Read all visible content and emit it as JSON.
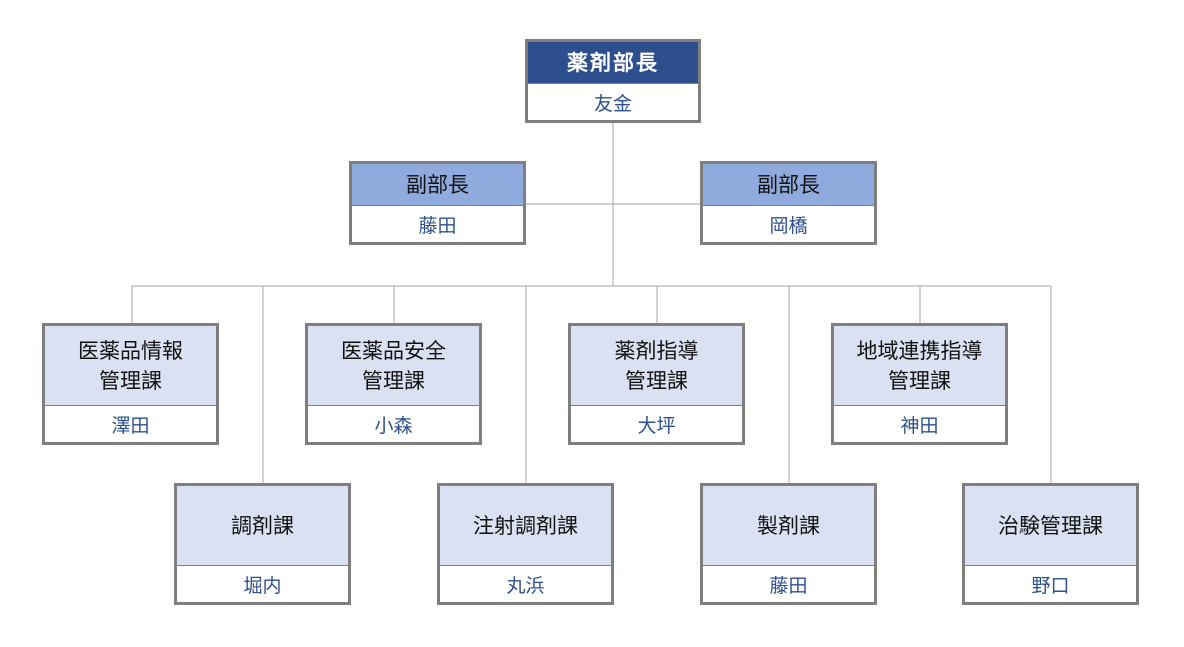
{
  "colors": {
    "head_fill": "#2e4f8e",
    "vice_fill": "#8faadc",
    "section_fill": "#dae1f3",
    "name_text": "#2e4f8e",
    "border": "#7f7f7f",
    "connector": "#a6a6a6"
  },
  "head": {
    "title": "薬剤部長",
    "name": "友金"
  },
  "vice": [
    {
      "title": "副部長",
      "name": "藤田"
    },
    {
      "title": "副部長",
      "name": "岡橋"
    }
  ],
  "sections_upper": [
    {
      "line1": "医薬品情報",
      "line2": "管理課",
      "name": "澤田"
    },
    {
      "line1": "医薬品安全",
      "line2": "管理課",
      "name": "小森"
    },
    {
      "line1": "薬剤指導",
      "line2": "管理課",
      "name": "大坪"
    },
    {
      "line1": "地域連携指導",
      "line2": "管理課",
      "name": "神田"
    }
  ],
  "sections_lower": [
    {
      "title": "調剤課",
      "name": "堀内"
    },
    {
      "title": "注射調剤課",
      "name": "丸浜"
    },
    {
      "title": "製剤課",
      "name": "藤田"
    },
    {
      "title": "治験管理課",
      "name": "野口"
    }
  ]
}
